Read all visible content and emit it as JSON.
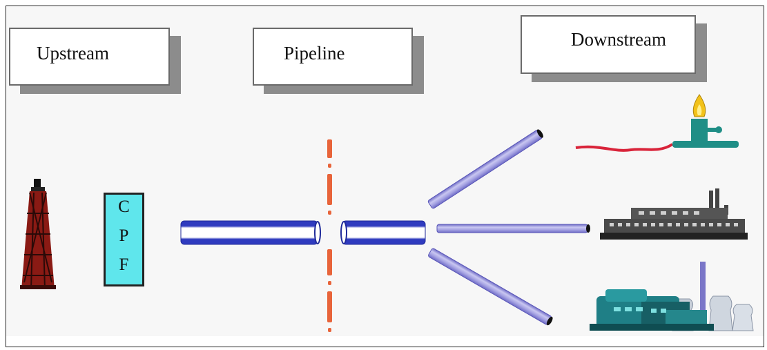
{
  "stages": {
    "upstream": "Upstream",
    "pipeline": "Pipeline",
    "downstream": "Downstream"
  },
  "cpf": {
    "letters": [
      "C",
      "P",
      "F"
    ]
  },
  "icons": {
    "oil_rig": "oil-derrick-icon",
    "gas_flare": "gas-flare-icon",
    "factory": "factory-icon",
    "power_plant": "power-plant-icon"
  },
  "colors": {
    "pipe_main": "#2f3bbf",
    "pipe_branch": "#9a97dd",
    "boundary": "#e8643a",
    "cpf_fill": "#5fe6ec",
    "flare_line": "#d9243a",
    "rig": "#8a1a14"
  }
}
